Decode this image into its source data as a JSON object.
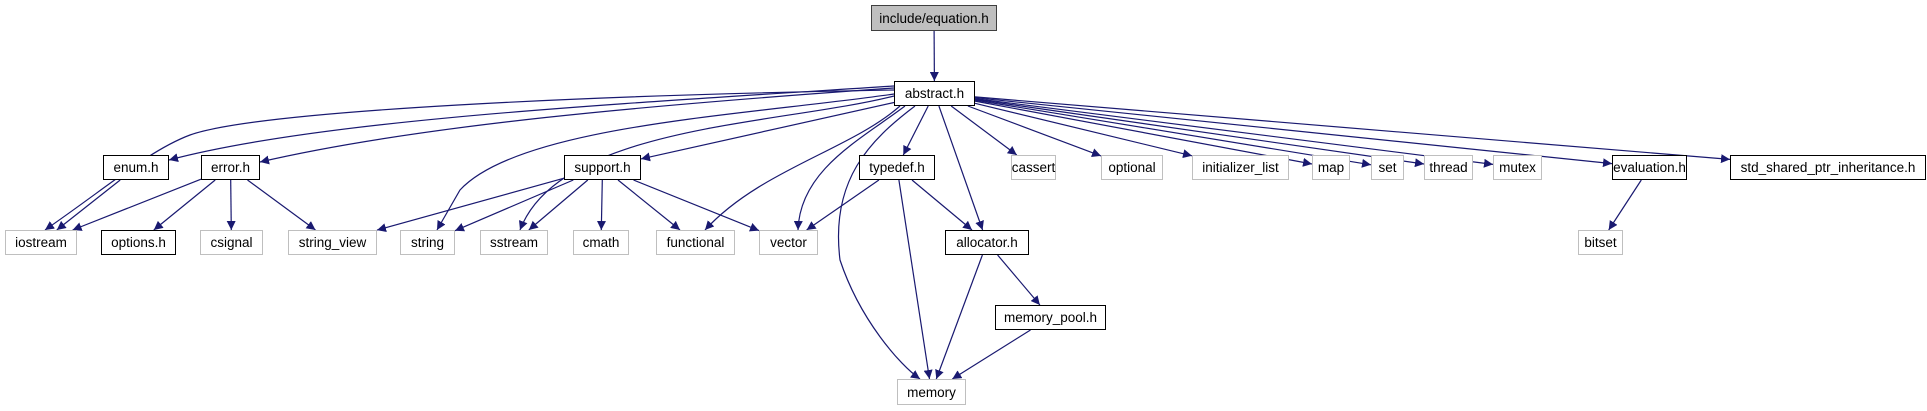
{
  "diagram": {
    "type": "include-dependency-graph",
    "edge_color": "#191970",
    "colors": {
      "root_fill": "#bfbfbf",
      "local_border": "#000000",
      "system_border": "#bfbfbf"
    },
    "nodes": [
      {
        "id": "equation",
        "label": "include/equation.h",
        "kind": "root"
      },
      {
        "id": "abstract",
        "label": "abstract.h",
        "kind": "local"
      },
      {
        "id": "enum",
        "label": "enum.h",
        "kind": "local"
      },
      {
        "id": "error",
        "label": "error.h",
        "kind": "local"
      },
      {
        "id": "support",
        "label": "support.h",
        "kind": "local"
      },
      {
        "id": "typedef",
        "label": "typedef.h",
        "kind": "local"
      },
      {
        "id": "cassert",
        "label": "cassert",
        "kind": "system"
      },
      {
        "id": "optional",
        "label": "optional",
        "kind": "system"
      },
      {
        "id": "initializer_list",
        "label": "initializer_list",
        "kind": "system"
      },
      {
        "id": "map",
        "label": "map",
        "kind": "system"
      },
      {
        "id": "set",
        "label": "set",
        "kind": "system"
      },
      {
        "id": "thread",
        "label": "thread",
        "kind": "system"
      },
      {
        "id": "mutex",
        "label": "mutex",
        "kind": "system"
      },
      {
        "id": "evaluation",
        "label": "evaluation.h",
        "kind": "local"
      },
      {
        "id": "std_shared",
        "label": "std_shared_ptr_inheritance.h",
        "kind": "local"
      },
      {
        "id": "iostream",
        "label": "iostream",
        "kind": "system"
      },
      {
        "id": "options",
        "label": "options.h",
        "kind": "local"
      },
      {
        "id": "csignal",
        "label": "csignal",
        "kind": "system"
      },
      {
        "id": "string_view",
        "label": "string_view",
        "kind": "system"
      },
      {
        "id": "string",
        "label": "string",
        "kind": "system"
      },
      {
        "id": "sstream",
        "label": "sstream",
        "kind": "system"
      },
      {
        "id": "cmath",
        "label": "cmath",
        "kind": "system"
      },
      {
        "id": "functional",
        "label": "functional",
        "kind": "system"
      },
      {
        "id": "vector",
        "label": "vector",
        "kind": "system"
      },
      {
        "id": "allocator",
        "label": "allocator.h",
        "kind": "local"
      },
      {
        "id": "bitset",
        "label": "bitset",
        "kind": "system"
      },
      {
        "id": "memory_pool",
        "label": "memory_pool.h",
        "kind": "local"
      },
      {
        "id": "memory",
        "label": "memory",
        "kind": "system"
      }
    ],
    "edges": [
      [
        "equation",
        "abstract"
      ],
      [
        "abstract",
        "iostream"
      ],
      [
        "abstract",
        "enum"
      ],
      [
        "abstract",
        "error"
      ],
      [
        "abstract",
        "string"
      ],
      [
        "abstract",
        "sstream"
      ],
      [
        "abstract",
        "support"
      ],
      [
        "abstract",
        "functional"
      ],
      [
        "abstract",
        "vector"
      ],
      [
        "abstract",
        "memory"
      ],
      [
        "abstract",
        "typedef"
      ],
      [
        "abstract",
        "allocator"
      ],
      [
        "abstract",
        "cassert"
      ],
      [
        "abstract",
        "optional"
      ],
      [
        "abstract",
        "initializer_list"
      ],
      [
        "abstract",
        "map"
      ],
      [
        "abstract",
        "set"
      ],
      [
        "abstract",
        "thread"
      ],
      [
        "abstract",
        "mutex"
      ],
      [
        "abstract",
        "evaluation"
      ],
      [
        "abstract",
        "std_shared"
      ],
      [
        "enum",
        "iostream"
      ],
      [
        "error",
        "iostream"
      ],
      [
        "error",
        "options"
      ],
      [
        "error",
        "csignal"
      ],
      [
        "error",
        "string_view"
      ],
      [
        "support",
        "string_view"
      ],
      [
        "support",
        "string"
      ],
      [
        "support",
        "sstream"
      ],
      [
        "support",
        "cmath"
      ],
      [
        "support",
        "functional"
      ],
      [
        "support",
        "vector"
      ],
      [
        "typedef",
        "vector"
      ],
      [
        "typedef",
        "memory"
      ],
      [
        "typedef",
        "allocator"
      ],
      [
        "allocator",
        "memory"
      ],
      [
        "allocator",
        "memory_pool"
      ],
      [
        "memory_pool",
        "memory"
      ],
      [
        "evaluation",
        "bitset"
      ]
    ]
  }
}
